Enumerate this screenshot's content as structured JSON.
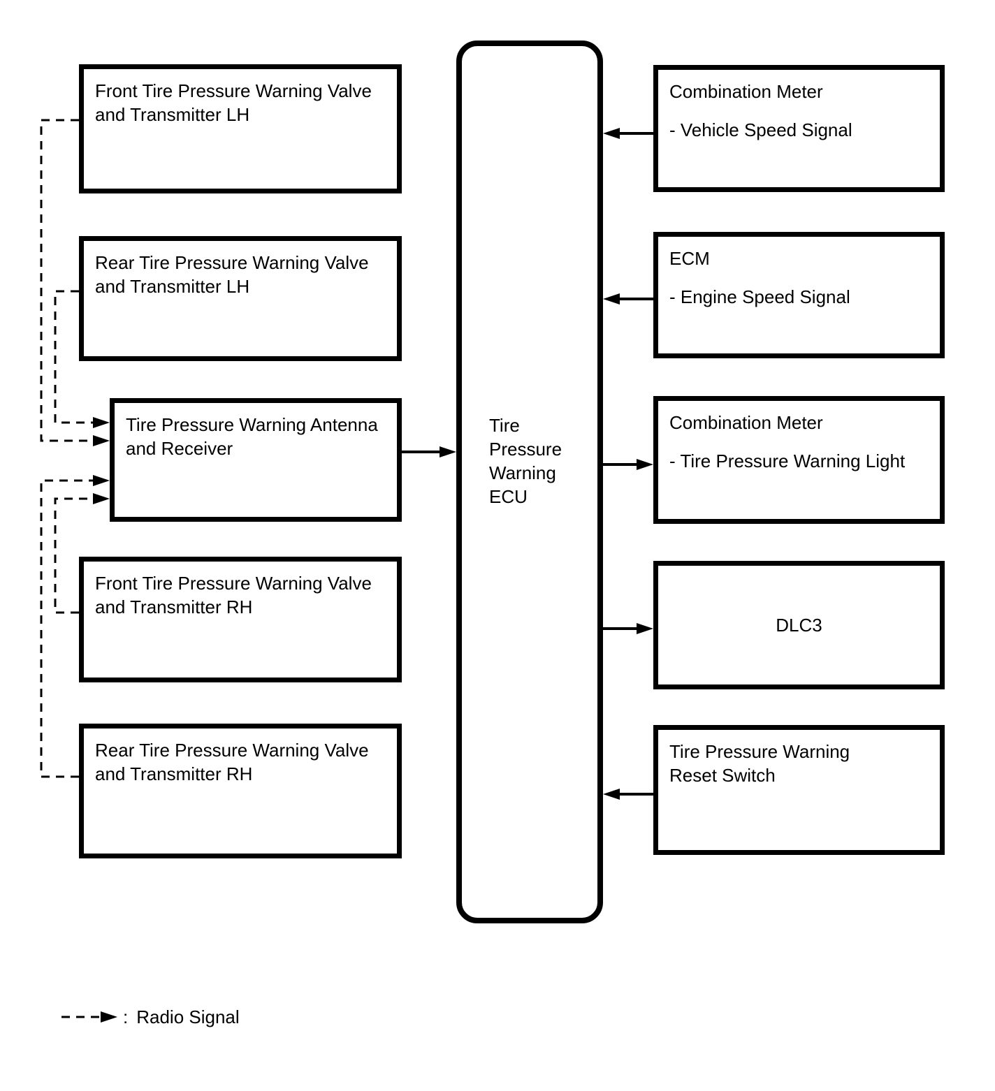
{
  "left_boxes": [
    {
      "label": "Front Tire Pressure Warning Valve and Transmitter LH"
    },
    {
      "label": "Rear Tire Pressure Warning Valve and Transmitter LH"
    },
    {
      "label": "Tire Pressure Warning Antenna and Receiver"
    },
    {
      "label": "Front Tire Pressure Warning Valve and Transmitter RH"
    },
    {
      "label": "Rear Tire Pressure Warning Valve and Transmitter RH"
    }
  ],
  "center_box": {
    "label": "Tire Pressure Warning ECU"
  },
  "right_boxes": [
    {
      "title": "Combination Meter",
      "detail": "- Vehicle Speed Signal"
    },
    {
      "title": "ECM",
      "detail": "- Engine Speed Signal"
    },
    {
      "title": "Combination Meter",
      "detail": "- Tire Pressure Warning Light"
    },
    {
      "title": "DLC3"
    },
    {
      "title": "Tire Pressure Warning",
      "detail": "Reset Switch"
    }
  ],
  "legend": {
    "symbol": "dashed-arrow",
    "separator": ":",
    "label": "Radio Signal"
  },
  "colors": {
    "line": "#000000",
    "text": "#000000",
    "background": "#ffffff"
  }
}
